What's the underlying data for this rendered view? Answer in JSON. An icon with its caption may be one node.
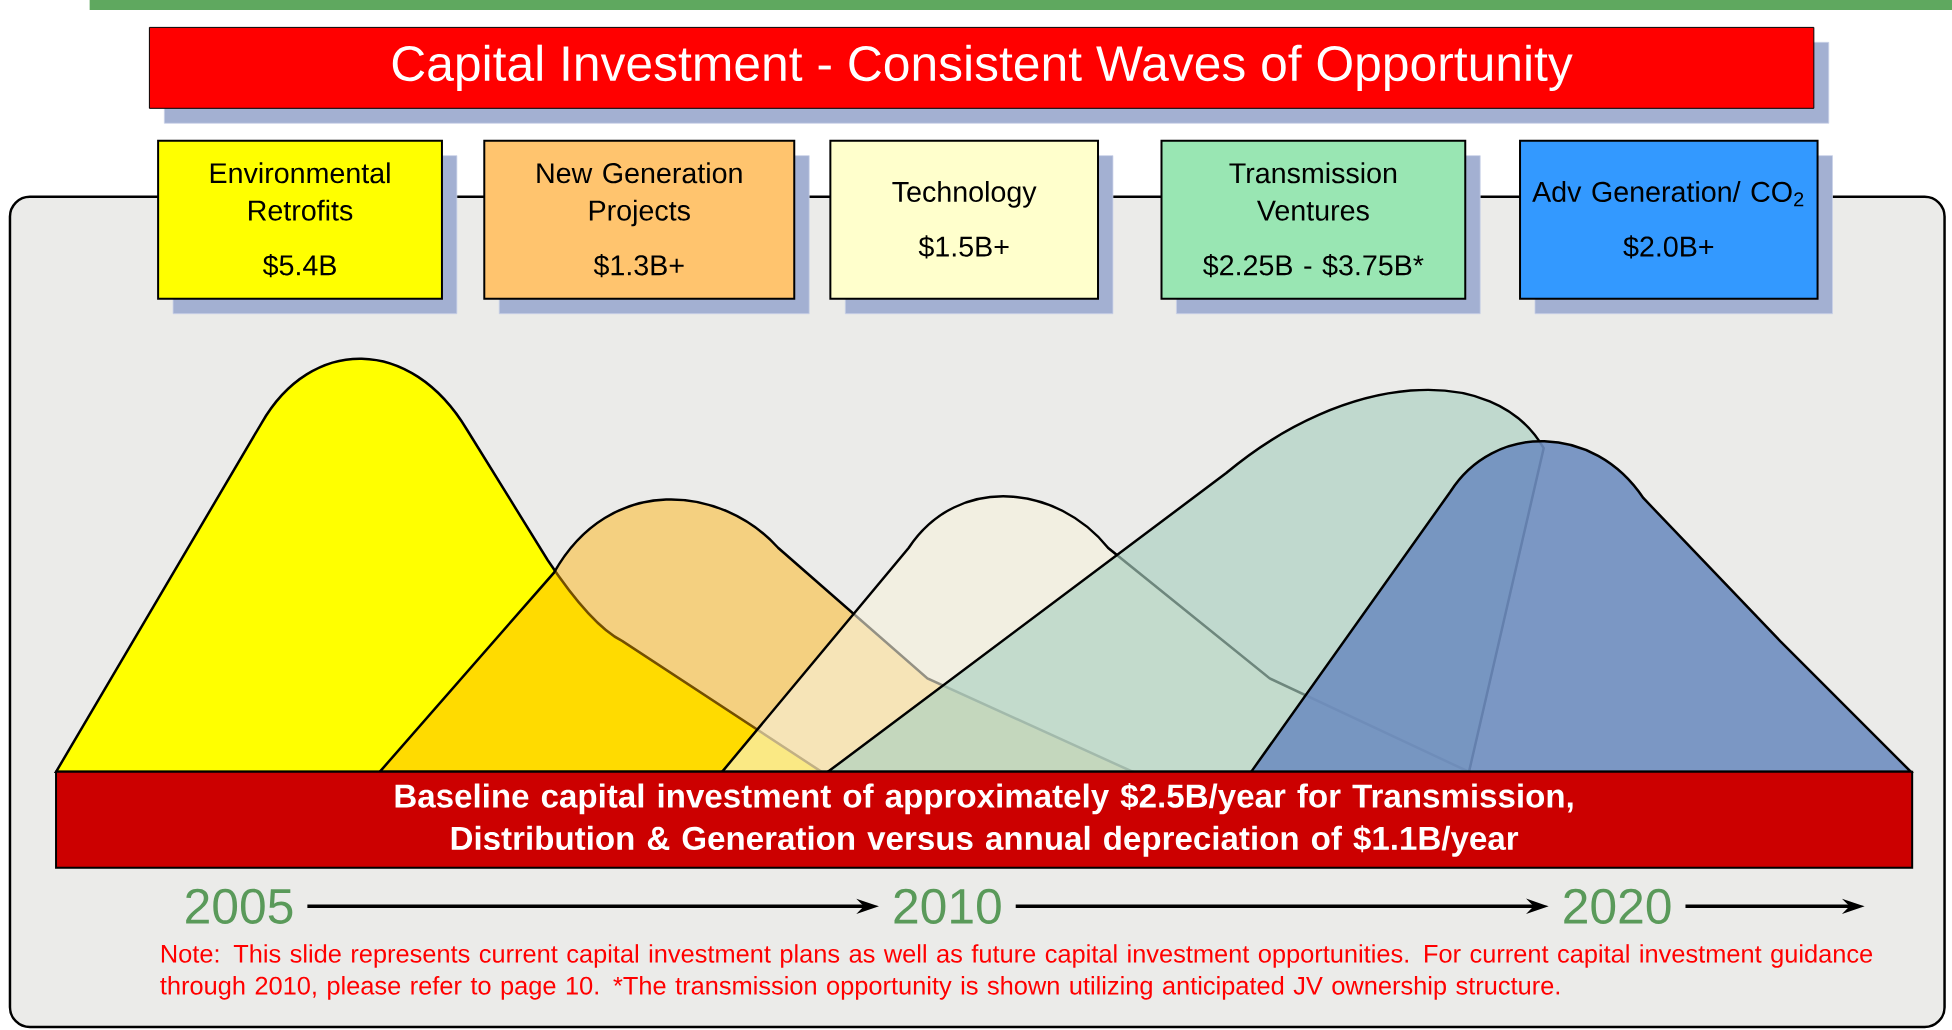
{
  "diagram": {
    "title": "Capital Investment - Consistent Waves of Opportunity",
    "nodes": [
      {
        "text": [
          "Environmental Retrofits",
          "$5.4B"
        ]
      },
      {
        "text": [
          "New Generation Projects",
          "$1.3B+"
        ]
      },
      {
        "text": [
          "Technology",
          "$1.5B+"
        ]
      },
      {
        "text": [
          "Transmission Ventures",
          "$2.25B - $3.75B*"
        ]
      },
      {
        "text": [
          "Adv Generation/ CO$_{2}$",
          "$2.0B+"
        ]
      },
      {
        "text": [
          "Baseline capital investment of approximately $2.5B/year for Transmission, Distribution & Generation versus annual depreciation of $1.1B/year"
        ]
      },
      {
        "text": [
          "2005"
        ]
      },
      {
        "text": [
          "2010"
        ]
      },
      {
        "text": [
          "2020"
        ]
      }
    ],
    "edges": [
      {
        "from": 6,
        "to": 7,
        "arrow": "to"
      },
      {
        "from": 7,
        "to": 8,
        "arrow": "to"
      },
      {
        "from": 8,
        "to": null,
        "arrow": "to"
      }
    ],
    "labels": [
      "Note:  This slide represents current capital investment plans as well as future capital investment opportunities.  For current capital investment guidance through 2010, please refer to page 10. *The transmission opportunity is shown utilizing anticipated JV ownership structure."
    ]
  }
}
